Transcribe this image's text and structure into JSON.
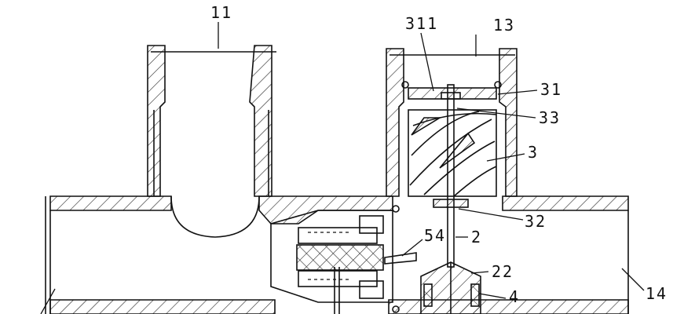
{
  "labels": {
    "l11": "11",
    "l13": "13",
    "l311": "311",
    "l31": "31",
    "l33": "33",
    "l3": "3",
    "l32": "32",
    "l54": "54",
    "l2": "2",
    "l22": "22",
    "l4": "4",
    "l14": "14"
  }
}
